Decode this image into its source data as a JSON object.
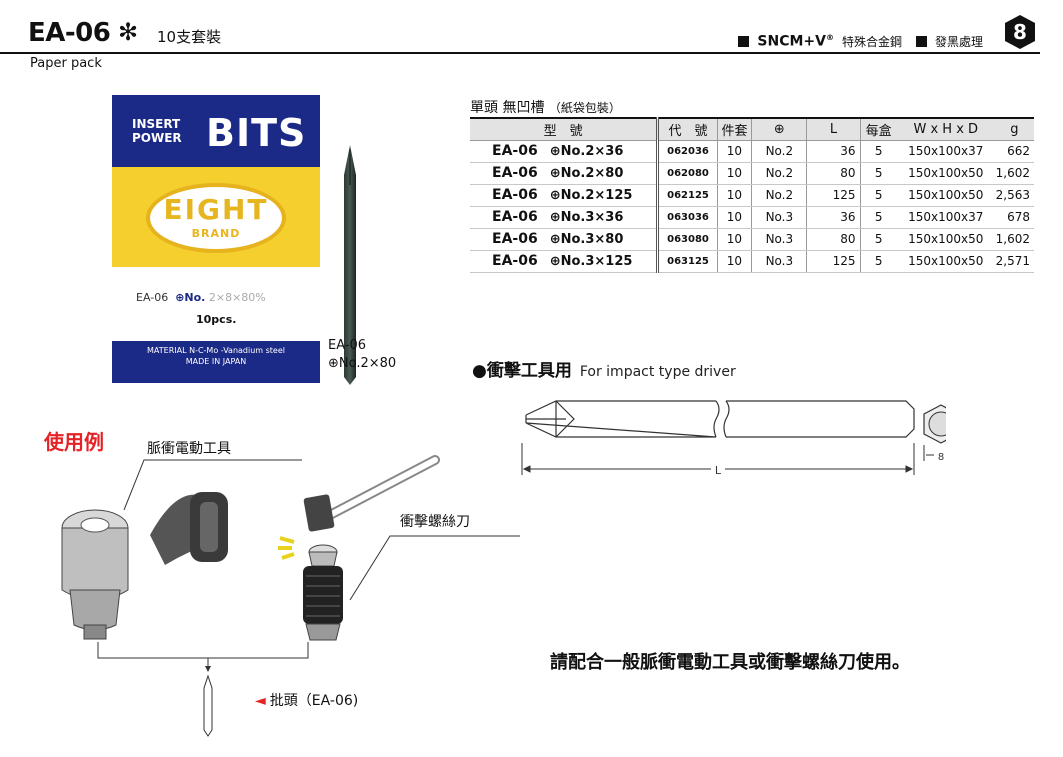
{
  "header": {
    "model": "EA-06",
    "star": "✻",
    "pack": "10支套裝",
    "subtitle": "Paper pack",
    "material": "SNCM+V",
    "material_sub": "®",
    "material_desc": "特殊合金鋼",
    "treatment": "發黑處理",
    "badge": "8"
  },
  "package": {
    "insert_line1": "INSERT",
    "insert_line2": "POWER",
    "bits": "BITS",
    "eight": "EIGHT",
    "brand": "BRAND",
    "code_prefix": "EA-06",
    "code_no": "⊕No.",
    "code_size": "2×8×80%",
    "pcs": "10pcs.",
    "material_line": "MATERIAL N-C-Mo -Vanadium steel",
    "made_in": "MADE IN JAPAN"
  },
  "bit_caption": {
    "line1": "EA-06",
    "line2": "⊕No.2×80"
  },
  "table": {
    "title": "單頭 無凹槽",
    "title_note": "（紙袋包裝）",
    "headers": [
      "型　號",
      "代　號",
      "件套",
      "⊕",
      "L",
      "每盒",
      "W x H x D",
      "g"
    ],
    "rows": [
      {
        "prefix": "EA-06",
        "size": "⊕No.2×36",
        "code": "062036",
        "set": "10",
        "phillips": "No.2",
        "length": "36",
        "box": "5",
        "dims": "150x100x37",
        "weight": "662"
      },
      {
        "prefix": "EA-06",
        "size": "⊕No.2×80",
        "code": "062080",
        "set": "10",
        "phillips": "No.2",
        "length": "80",
        "box": "5",
        "dims": "150x100x50",
        "weight": "1,602"
      },
      {
        "prefix": "EA-06",
        "size": "⊕No.2×125",
        "code": "062125",
        "set": "10",
        "phillips": "No.2",
        "length": "125",
        "box": "5",
        "dims": "150x100x50",
        "weight": "2,563"
      },
      {
        "prefix": "EA-06",
        "size": "⊕No.3×36",
        "code": "063036",
        "set": "10",
        "phillips": "No.3",
        "length": "36",
        "box": "5",
        "dims": "150x100x37",
        "weight": "678"
      },
      {
        "prefix": "EA-06",
        "size": "⊕No.3×80",
        "code": "063080",
        "set": "10",
        "phillips": "No.3",
        "length": "80",
        "box": "5",
        "dims": "150x100x50",
        "weight": "1,602"
      },
      {
        "prefix": "EA-06",
        "size": "⊕No.3×125",
        "code": "063125",
        "set": "10",
        "phillips": "No.3",
        "length": "125",
        "box": "5",
        "dims": "150x100x50",
        "weight": "2,571"
      }
    ]
  },
  "impact": {
    "bullet": "●",
    "title": "衝擊工具用",
    "english": "For impact type driver"
  },
  "diagram": {
    "length_label": "L",
    "hex_label": "8"
  },
  "usage": {
    "title": "使用例",
    "tool_label": "脈衝電動工具",
    "impact_label": "衝擊螺絲刀",
    "bit_label": "批頭（EA-06)",
    "arrow": "◄"
  },
  "note": "請配合一般脈衝電動工具或衝擊螺絲刀使用。"
}
